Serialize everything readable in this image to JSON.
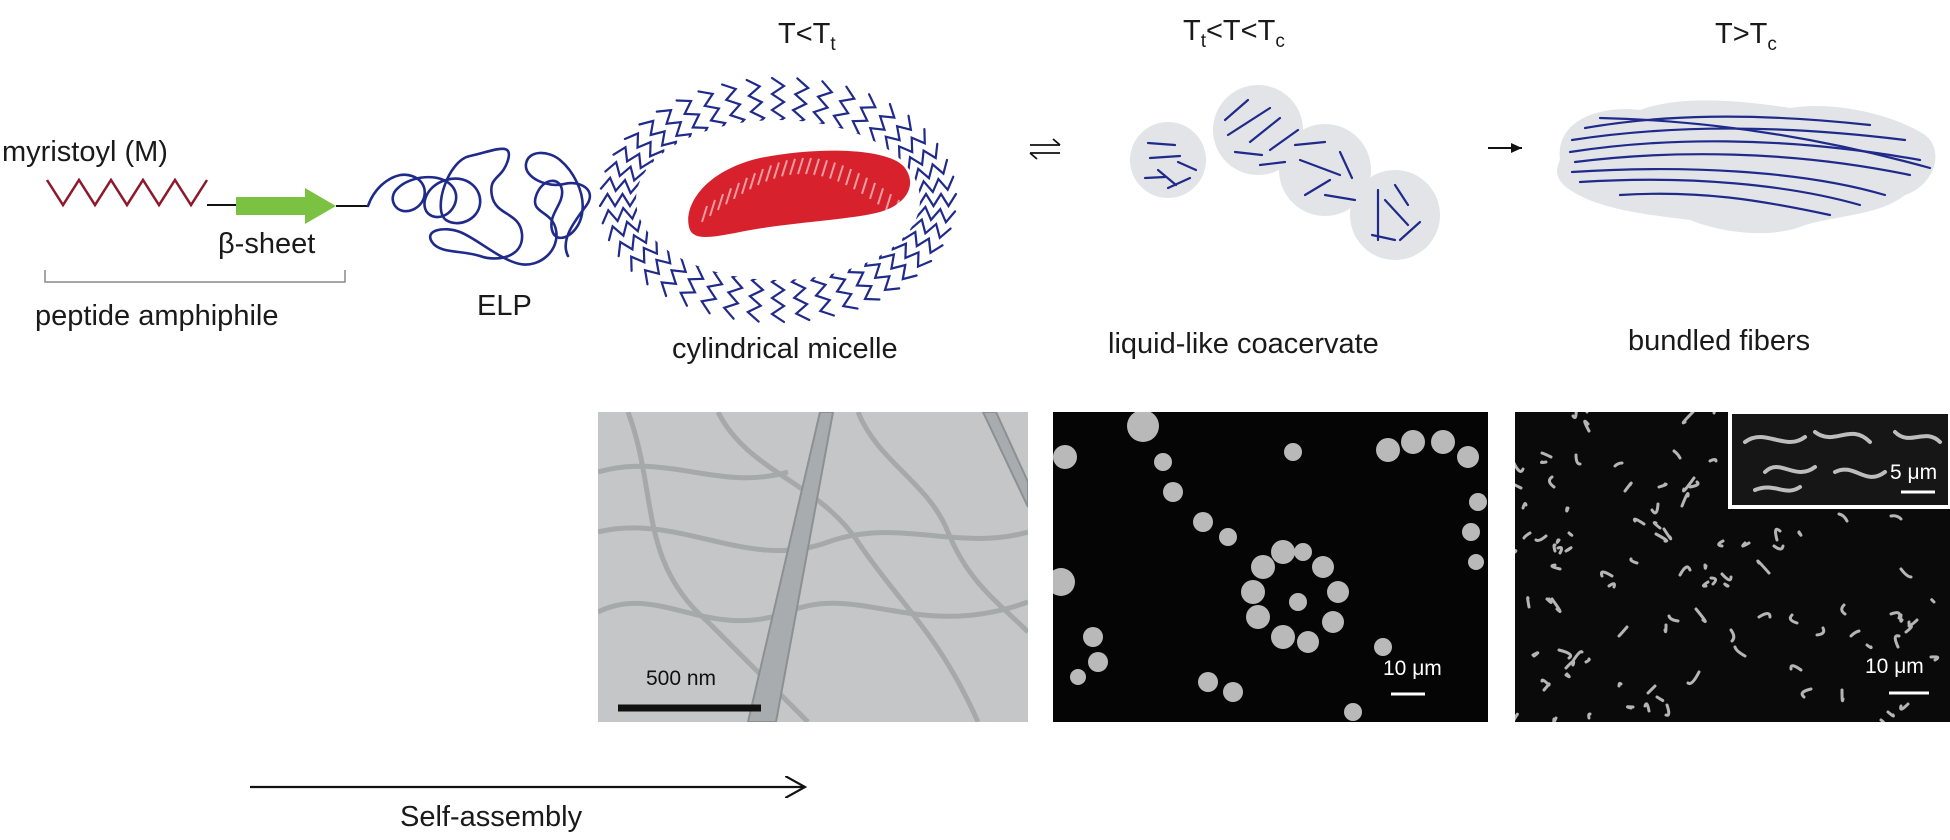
{
  "labels": {
    "myristoyl": "myristoyl (M)",
    "beta_sheet": "β-sheet",
    "peptide_amphiphile": "peptide amphiphile",
    "elp": "ELP",
    "cylindrical_micelle": "cylindrical micelle",
    "coacervate": "liquid-like coacervate",
    "bundled_fibers": "bundled fibers",
    "self_assembly": "Self-assembly"
  },
  "temperatures": {
    "low": {
      "t1": "T<T",
      "t1_sub": "t"
    },
    "mid": {
      "p1": "T",
      "p1_sub": "t",
      "p2": "<T<T",
      "p2_sub": "c"
    },
    "high": {
      "t1": "T>T",
      "t1_sub": "c"
    }
  },
  "scale_bars": {
    "tem": "500 nm",
    "coacervate": "10 μm",
    "fibers": "10 μm",
    "fibers_inset": "5 μm"
  },
  "colors": {
    "myristoyl": "#8b1a2b",
    "beta_sheet": "#7cc242",
    "elp": "#1f2a8a",
    "micelle_core": "#d7222e",
    "droplet": "#e2e4e8"
  }
}
